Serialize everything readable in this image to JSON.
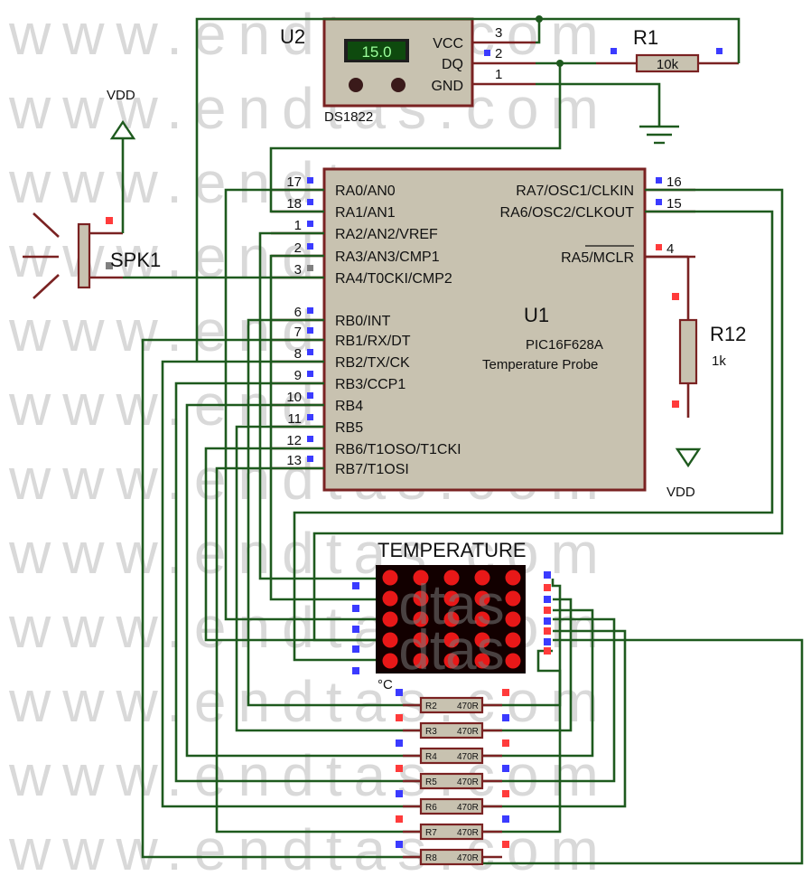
{
  "watermark": {
    "text": "www.endtas.com"
  },
  "components": {
    "u2": {
      "designator": "U2",
      "part": "DS1822",
      "display": "15.0",
      "pins": [
        {
          "name": "VCC",
          "num": "3"
        },
        {
          "name": "DQ",
          "num": "2"
        },
        {
          "name": "GND",
          "num": "1"
        }
      ]
    },
    "r1": {
      "designator": "R1",
      "value": "10k"
    },
    "r12": {
      "designator": "R12",
      "value": "1k"
    },
    "spk1": {
      "designator": "SPK1"
    },
    "power": {
      "vdd_top": "VDD",
      "vdd_bottom": "VDD"
    },
    "u1": {
      "designator": "U1",
      "part": "PIC16F628A",
      "description": "Temperature Probe",
      "left_pins": [
        {
          "name": "RA0/AN0",
          "num": "17"
        },
        {
          "name": "RA1/AN1",
          "num": "18"
        },
        {
          "name": "RA2/AN2/VREF",
          "num": "1"
        },
        {
          "name": "RA3/AN3/CMP1",
          "num": "2"
        },
        {
          "name": "RA4/T0CKI/CMP2",
          "num": "3"
        },
        {
          "name": "RB0/INT",
          "num": "6"
        },
        {
          "name": "RB1/RX/DT",
          "num": "7"
        },
        {
          "name": "RB2/TX/CK",
          "num": "8"
        },
        {
          "name": "RB3/CCP1",
          "num": "9"
        },
        {
          "name": "RB4",
          "num": "10"
        },
        {
          "name": "RB5",
          "num": "11"
        },
        {
          "name": "RB6/T1OSO/T1CKI",
          "num": "12"
        },
        {
          "name": "RB7/T1OSI",
          "num": "13"
        }
      ],
      "right_pins": [
        {
          "name": "RA7/OSC1/CLKIN",
          "num": "16"
        },
        {
          "name": "RA6/OSC2/CLKOUT",
          "num": "15"
        },
        {
          "name": "RA5/MCLR",
          "num": "4"
        }
      ]
    },
    "matrix": {
      "title": "TEMPERATURE",
      "unit": "°C",
      "overlay": "dtas",
      "rows": 5,
      "cols": 5
    },
    "resistors": [
      {
        "designator": "R2",
        "value": "470R"
      },
      {
        "designator": "R3",
        "value": "470R"
      },
      {
        "designator": "R4",
        "value": "470R"
      },
      {
        "designator": "R5",
        "value": "470R"
      },
      {
        "designator": "R6",
        "value": "470R"
      },
      {
        "designator": "R7",
        "value": "470R"
      },
      {
        "designator": "R8",
        "value": "470R"
      }
    ]
  },
  "colors": {
    "wire": "#1e5a1e",
    "pin": "#7a2222",
    "chip_fill": "#c8c2b0",
    "led_on": "#e81818",
    "matrix_bg": "#120000",
    "lcd_bg": "#0e4a0e",
    "lcd_text": "#9cff9c",
    "marker_red": "#ff3b3b",
    "marker_blue": "#3b3bff",
    "marker_grey": "#808080"
  }
}
